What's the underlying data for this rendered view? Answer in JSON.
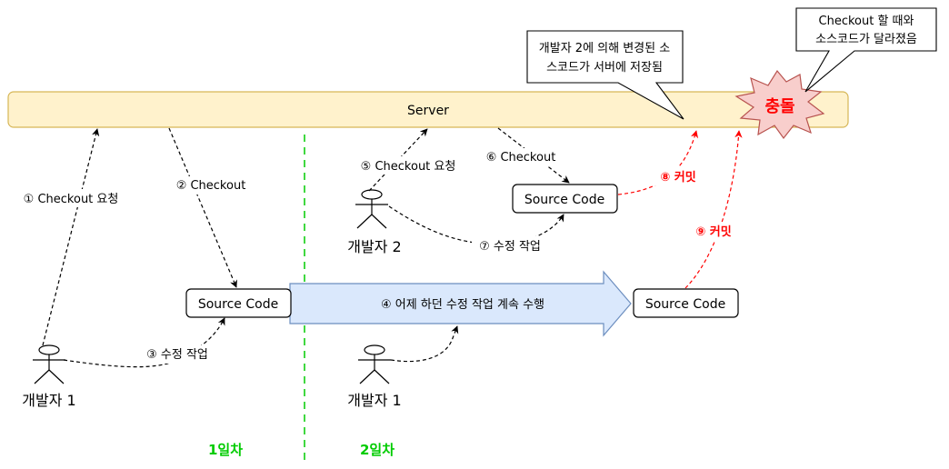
{
  "server": {
    "label": "Server"
  },
  "source_boxes": {
    "dev1_day1": "Source Code",
    "dev2": "Source Code",
    "dev1_day2": "Source Code"
  },
  "actors": {
    "dev1_day1": "개발자 1",
    "dev2": "개발자 2",
    "dev1_day2": "개발자 1"
  },
  "steps": {
    "s1": "① Checkout 요청",
    "s2": "② Checkout",
    "s3": "③ 수정 작업",
    "s4": "④ 어제 하던 수정 작업 계속 수행",
    "s5": "⑤ Checkout 요청",
    "s6": "⑥ Checkout",
    "s7": "⑦ 수정 작업",
    "s8": "⑧ 커밋",
    "s9": "⑨ 커밋"
  },
  "callouts": {
    "saved_line1": "개발자 2에 의해 변경된 소",
    "saved_line2": "스코드가 서버에 저장됨",
    "diff_line1": "Checkout 할 때와",
    "diff_line2": "소스코드가 달라졌음"
  },
  "collision": {
    "label": "충돌"
  },
  "days": {
    "day1": "1일차",
    "day2": "2일차"
  },
  "colors": {
    "server_fill": "#fff2cc",
    "server_stroke": "#d6b656",
    "arrow_fill": "#dae8fc",
    "arrow_stroke": "#6c8ebf",
    "burst_fill": "#f8cecc",
    "burst_stroke": "#b85450",
    "commit_red": "#ff0000",
    "day_green": "#00cc00"
  }
}
